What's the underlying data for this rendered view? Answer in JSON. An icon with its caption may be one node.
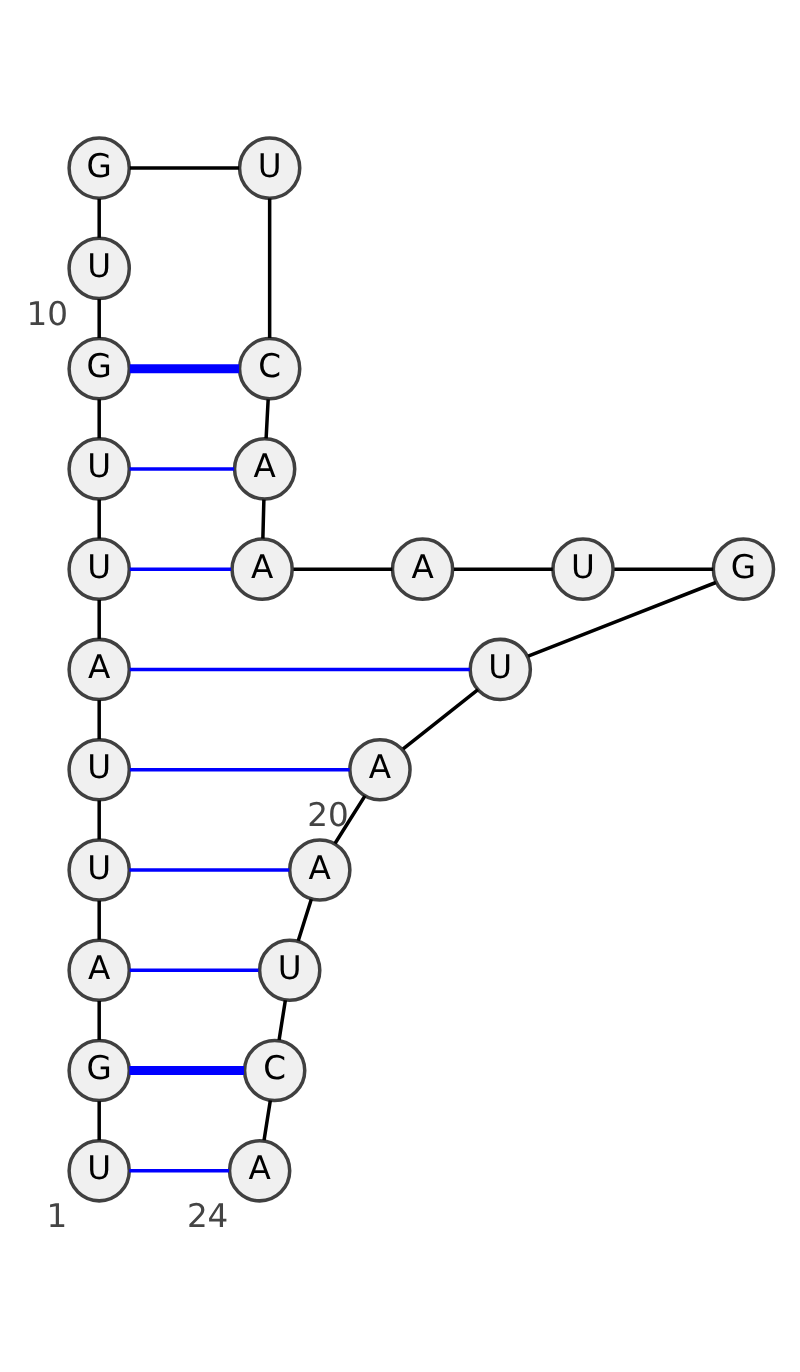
{
  "diagram": {
    "nodes": [
      {
        "text": [
          "U"
        ],
        "beside": [
          "1"
        ]
      },
      {
        "text": [
          "G"
        ]
      },
      {
        "text": [
          "A"
        ]
      },
      {
        "text": [
          "U"
        ]
      },
      {
        "text": [
          "U"
        ]
      },
      {
        "text": [
          "A"
        ]
      },
      {
        "text": [
          "U"
        ]
      },
      {
        "text": [
          "U"
        ]
      },
      {
        "text": [
          "G"
        ]
      },
      {
        "text": [
          "U"
        ],
        "beside": [
          "10"
        ]
      },
      {
        "text": [
          "G"
        ]
      },
      {
        "text": [
          "U"
        ]
      },
      {
        "text": [
          "C"
        ]
      },
      {
        "text": [
          "A"
        ]
      },
      {
        "text": [
          "A"
        ]
      },
      {
        "text": [
          "A"
        ]
      },
      {
        "text": [
          "U"
        ]
      },
      {
        "text": [
          "G"
        ]
      },
      {
        "text": [
          "U"
        ]
      },
      {
        "text": [
          "A"
        ],
        "beside": [
          "20"
        ]
      },
      {
        "text": [
          "A"
        ]
      },
      {
        "text": [
          "U"
        ]
      },
      {
        "text": [
          "C"
        ]
      },
      {
        "text": [
          "A"
        ],
        "beside": [
          "24"
        ]
      }
    ],
    "edges": [
      {
        "from": 0,
        "to": 1,
        "arrow": "none"
      },
      {
        "from": 1,
        "to": 2,
        "arrow": "none"
      },
      {
        "from": 2,
        "to": 3,
        "arrow": "none"
      },
      {
        "from": 3,
        "to": 4,
        "arrow": "none"
      },
      {
        "from": 4,
        "to": 5,
        "arrow": "none"
      },
      {
        "from": 5,
        "to": 6,
        "arrow": "none"
      },
      {
        "from": 6,
        "to": 7,
        "arrow": "none"
      },
      {
        "from": 7,
        "to": 8,
        "arrow": "none"
      },
      {
        "from": 8,
        "to": 9,
        "arrow": "none"
      },
      {
        "from": 9,
        "to": 10,
        "arrow": "none"
      },
      {
        "from": 10,
        "to": 11,
        "arrow": "none"
      },
      {
        "from": 11,
        "to": 12,
        "arrow": "none"
      },
      {
        "from": 12,
        "to": 13,
        "arrow": "none"
      },
      {
        "from": 13,
        "to": 14,
        "arrow": "none"
      },
      {
        "from": 14,
        "to": 15,
        "arrow": "none"
      },
      {
        "from": 15,
        "to": 16,
        "arrow": "none"
      },
      {
        "from": 16,
        "to": 17,
        "arrow": "none"
      },
      {
        "from": 17,
        "to": 18,
        "arrow": "none"
      },
      {
        "from": 18,
        "to": 19,
        "arrow": "none"
      },
      {
        "from": 19,
        "to": 20,
        "arrow": "none"
      },
      {
        "from": 20,
        "to": 21,
        "arrow": "none"
      },
      {
        "from": 21,
        "to": 22,
        "arrow": "none"
      },
      {
        "from": 22,
        "to": 23,
        "arrow": "none"
      },
      {
        "from": 0,
        "to": 23,
        "arrow": "none",
        "color": "#0000ff"
      },
      {
        "from": 1,
        "to": 22,
        "arrow": "none",
        "color": "#0000ff",
        "style": "thick"
      },
      {
        "from": 2,
        "to": 21,
        "arrow": "none",
        "color": "#0000ff"
      },
      {
        "from": 3,
        "to": 20,
        "arrow": "none",
        "color": "#0000ff"
      },
      {
        "from": 4,
        "to": 19,
        "arrow": "none",
        "color": "#0000ff"
      },
      {
        "from": 5,
        "to": 18,
        "arrow": "none",
        "color": "#0000ff"
      },
      {
        "from": 6,
        "to": 14,
        "arrow": "none",
        "color": "#0000ff"
      },
      {
        "from": 7,
        "to": 13,
        "arrow": "none",
        "color": "#0000ff"
      },
      {
        "from": 8,
        "to": 12,
        "arrow": "none",
        "color": "#0000ff",
        "style": "thick"
      }
    ]
  }
}
